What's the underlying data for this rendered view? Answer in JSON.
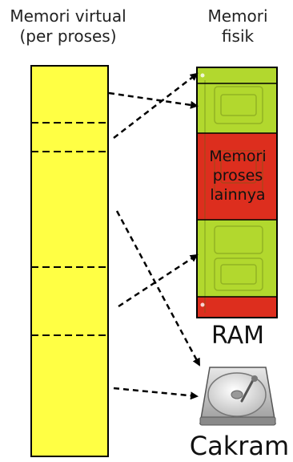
{
  "virtual_memory": {
    "title_line1": "Memori virtual",
    "title_line2": "(per proses)"
  },
  "physical_memory": {
    "title_line1": "Memori",
    "title_line2": "fisik",
    "other_process_line1": "Memori",
    "other_process_line2": "proses",
    "other_process_line3": "lainnya"
  },
  "ram_label": "RAM",
  "disk_label": "Cakram",
  "colors": {
    "virtual_fill": "#ffff44",
    "ram_green": "#b2d82e",
    "ram_red": "#dd2e1e"
  },
  "icons": [
    "ram-chip-icon",
    "hard-disk-icon"
  ]
}
